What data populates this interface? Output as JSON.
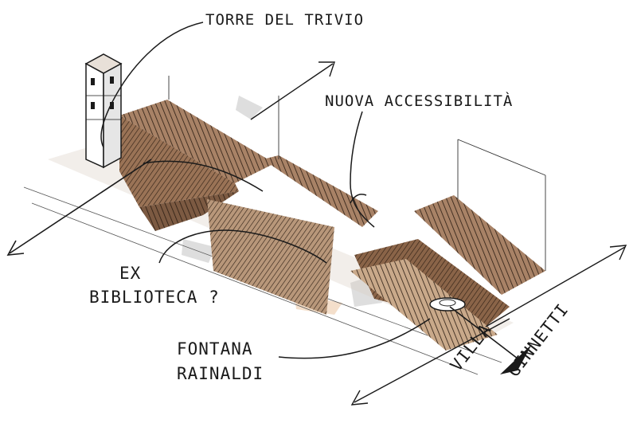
{
  "labels": {
    "torre_del_trivio": "TORRE DEL TRIVIO",
    "nuova_accessibilita": "NUOVA ACCESSIBILITÀ",
    "ex": "EX",
    "biblioteca": "BIBLIOTECA ?",
    "fontana": "FONTANA",
    "rainaldi": "RAINALDI",
    "villa": "VILLA",
    "ginnetti": "GINNETTI"
  },
  "colors": {
    "ink": "#1a1a1a",
    "wood_fill": "#b8977a",
    "highlight_fill": "#f2d9c2",
    "shadow_gray": "#c8c8c8"
  }
}
